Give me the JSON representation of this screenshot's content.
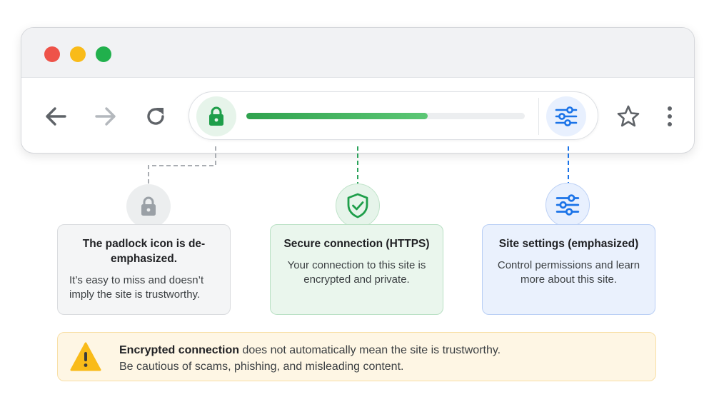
{
  "browser": {
    "icons": {
      "back": "arrow-left-icon",
      "forward": "arrow-right-icon",
      "reload": "reload-icon",
      "lock": "padlock-icon",
      "settings": "sliders-icon",
      "bookmark": "star-icon",
      "menu": "kebab-menu-icon"
    },
    "page_load_progress": 0.65
  },
  "callouts": [
    {
      "title": "The padlock icon is de-emphasized.",
      "body": "It’s easy to miss and doesn’t imply the site is trustworthy.",
      "icon": "padlock-icon"
    },
    {
      "title": "Secure connection (HTTPS)",
      "body": "Your connection to this site is encrypted and private.",
      "icon": "shield-check-icon"
    },
    {
      "title": "Site settings (emphasized)",
      "body": "Control permissions and learn more about this site.",
      "icon": "sliders-icon"
    }
  ],
  "warning": {
    "bold": "Encrypted connection",
    "line1_rest": " does not automatically mean the site is trustworthy.",
    "line2": "Be cautious of scams, phishing, and misleading content.",
    "icon": "warning-triangle-icon"
  },
  "colors": {
    "green": "#1e9e4a",
    "blue": "#1a73e8",
    "grey": "#9aa0a6",
    "warning": "#f9bb19"
  }
}
